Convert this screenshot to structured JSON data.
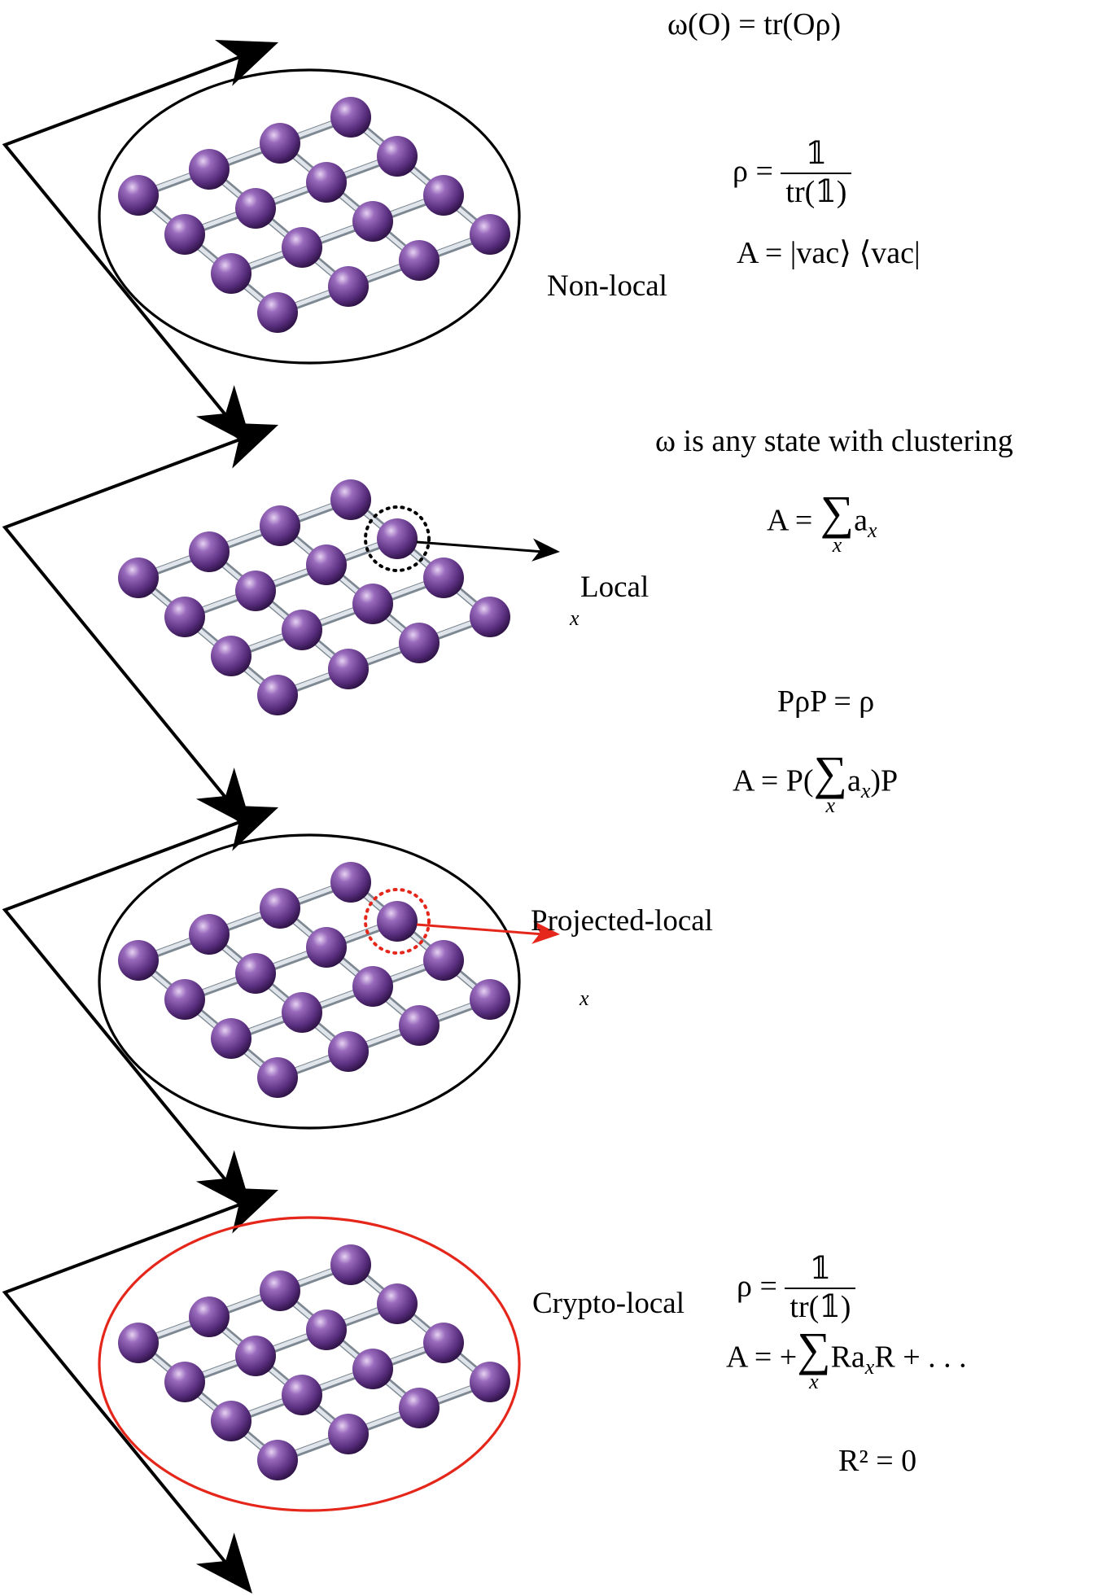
{
  "panels": [
    {
      "id": "non-local",
      "label": "Non-local",
      "enclosure": "black",
      "highlight": "none",
      "equations": [
        {
          "kind": "plain",
          "parts": [
            "ω(O) = tr(Oρ)"
          ]
        },
        {
          "kind": "frac",
          "lhs": "ρ = ",
          "num": "𝟙",
          "den": "tr(𝟙)",
          "rhs": ""
        },
        {
          "kind": "plain",
          "parts": [
            "A = |vac⟩ ⟨vac|"
          ]
        }
      ]
    },
    {
      "id": "local",
      "label": "Local",
      "enclosure": "none",
      "highlight": "black",
      "axis_label": "x",
      "equations": [
        {
          "kind": "plain",
          "parts": [
            "ω is any state with clustering"
          ]
        },
        {
          "kind": "sum",
          "lhs": "A = ",
          "sub": "x",
          "rhs": "a",
          "rhs_sub": "x",
          "tail": ""
        }
      ]
    },
    {
      "id": "projected-local",
      "label": "Projected-local",
      "enclosure": "black",
      "highlight": "red",
      "axis_label": "x",
      "equations": [
        {
          "kind": "plain",
          "parts": [
            "PρP = ρ"
          ]
        },
        {
          "kind": "sum",
          "lhs": "A = P(",
          "sub": "x",
          "rhs": "a",
          "rhs_sub": "x",
          "tail": ")P"
        }
      ]
    },
    {
      "id": "crypto-local",
      "label": "Crypto-local",
      "enclosure": "red",
      "highlight": "none",
      "equations": [
        {
          "kind": "frac",
          "lhs": "ρ = ",
          "num": "𝟙",
          "den": "tr(𝟙)",
          "rhs": ""
        },
        {
          "kind": "sum",
          "lhs": "A = +",
          "sub": "x",
          "rhs": "Ra",
          "rhs_sub": "x",
          "tail": "R + . . ."
        },
        {
          "kind": "plain",
          "parts": [
            "R² = 0"
          ]
        }
      ]
    }
  ],
  "colors": {
    "atom": "#6a3d8f",
    "atom_light": "#c9a9e0",
    "atom_dark": "#2c1240",
    "bond": "#b7c1c9",
    "enclosure_black": "#000000",
    "enclosure_red": "#e5261b",
    "highlight_red": "#e5261b"
  }
}
